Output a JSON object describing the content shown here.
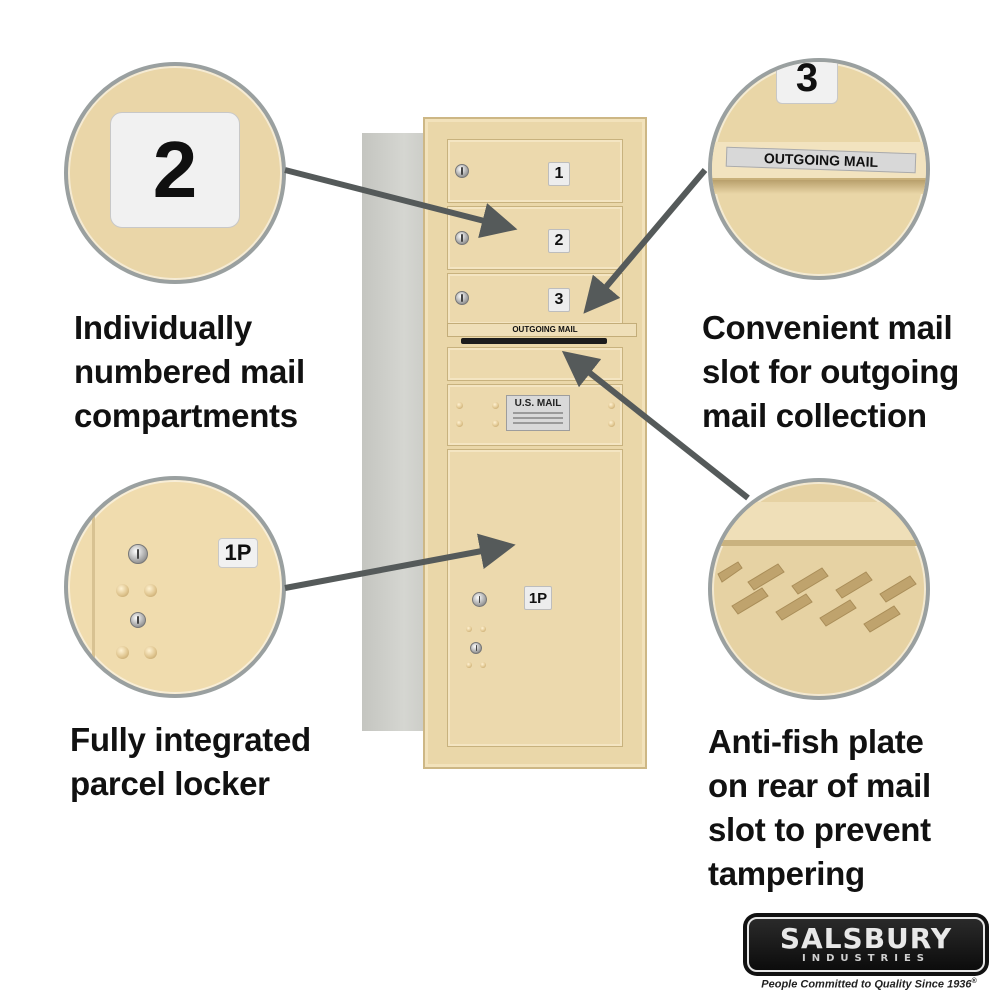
{
  "callouts": {
    "compartments": {
      "lines": [
        "Individually",
        "numbered mail",
        "compartments"
      ],
      "badge": "2"
    },
    "outgoing": {
      "lines": [
        "Convenient mail",
        "slot for outgoing",
        "mail collection"
      ],
      "badge": "3",
      "strip": "OUTGOING MAIL"
    },
    "parcel": {
      "lines": [
        "Fully integrated",
        "parcel locker"
      ],
      "badge": "1P"
    },
    "antifish": {
      "lines": [
        "Anti-fish plate",
        "on rear of mail",
        "slot to prevent",
        "tampering"
      ]
    }
  },
  "mailbox": {
    "doors": [
      "1",
      "2",
      "3"
    ],
    "slot_label": "OUTGOING MAIL",
    "plate_title": "U.S. MAIL",
    "parcel_label": "1P"
  },
  "brand": {
    "name": "SALSBURY",
    "sub": "INDUSTRIES",
    "tagline": "People Committed to Quality Since 1936",
    "reg_mark": "®"
  },
  "colors": {
    "tan": "#ead7a9",
    "arrow": "#555a5a",
    "text": "#111111"
  },
  "icons": {
    "lock": "lock-icon",
    "arrow": "arrow-icon"
  }
}
